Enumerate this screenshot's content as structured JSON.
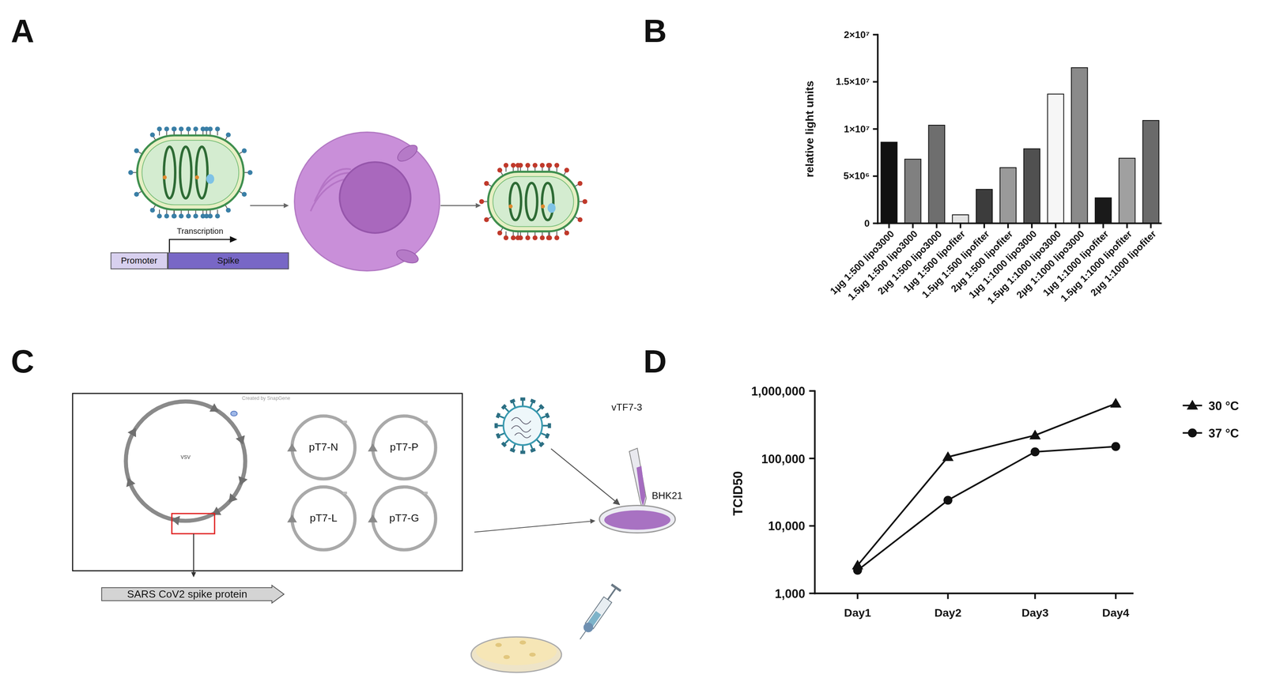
{
  "diagram": {
    "nodes": [
      {
        "text": [
          "Promoter"
        ]
      },
      {
        "text": [
          "Spike"
        ]
      },
      {
        "text": [
          "pT7-N"
        ]
      },
      {
        "text": [
          "pT7-P"
        ]
      },
      {
        "text": [
          "pT7-L"
        ]
      },
      {
        "text": [
          "pT7-G"
        ]
      },
      {
        "text": [
          "SARS CoV2 spike protein"
        ]
      },
      {
        "text": [
          "vTF7-3"
        ]
      },
      {
        "text": [
          "BHK21"
        ]
      }
    ],
    "edges": [
      {
        "from": 7,
        "to": 8,
        "arrow": "to"
      }
    ],
    "labels": [
      "A",
      "B",
      "C",
      "D",
      "Transcription",
      "relative light units",
      "2×10⁷",
      "1.5×10⁷",
      "1×10⁷",
      "5×10⁶",
      "0",
      "1µg 1:500 lipo3000",
      "1.5µg 1:500 lipo3000",
      "2µg 1:500 lipo3000",
      "1µg 1:500 lipofiter",
      "1.5µg 1:500 lipofiter",
      "2µg 1:500 lipofiter",
      "1µg 1:1000 lipo3000",
      "1.5µg 1:1000 lipo3000",
      "2µg 1:1000 lipo3000",
      "1µg 1:1000 lipofiter",
      "1.5µg 1:1000 lipofiter",
      "2µg 1:1000 lipofiter",
      "VSV",
      "Created by SnapGene",
      "TCID50",
      "1,000,000",
      "100,000",
      "10,000",
      "1,000",
      "Day1",
      "Day2",
      "Day3",
      "Day4"
    ],
    "legend": [
      {
        "text": "30 °C"
      },
      {
        "text": "37 °C"
      }
    ]
  }
}
